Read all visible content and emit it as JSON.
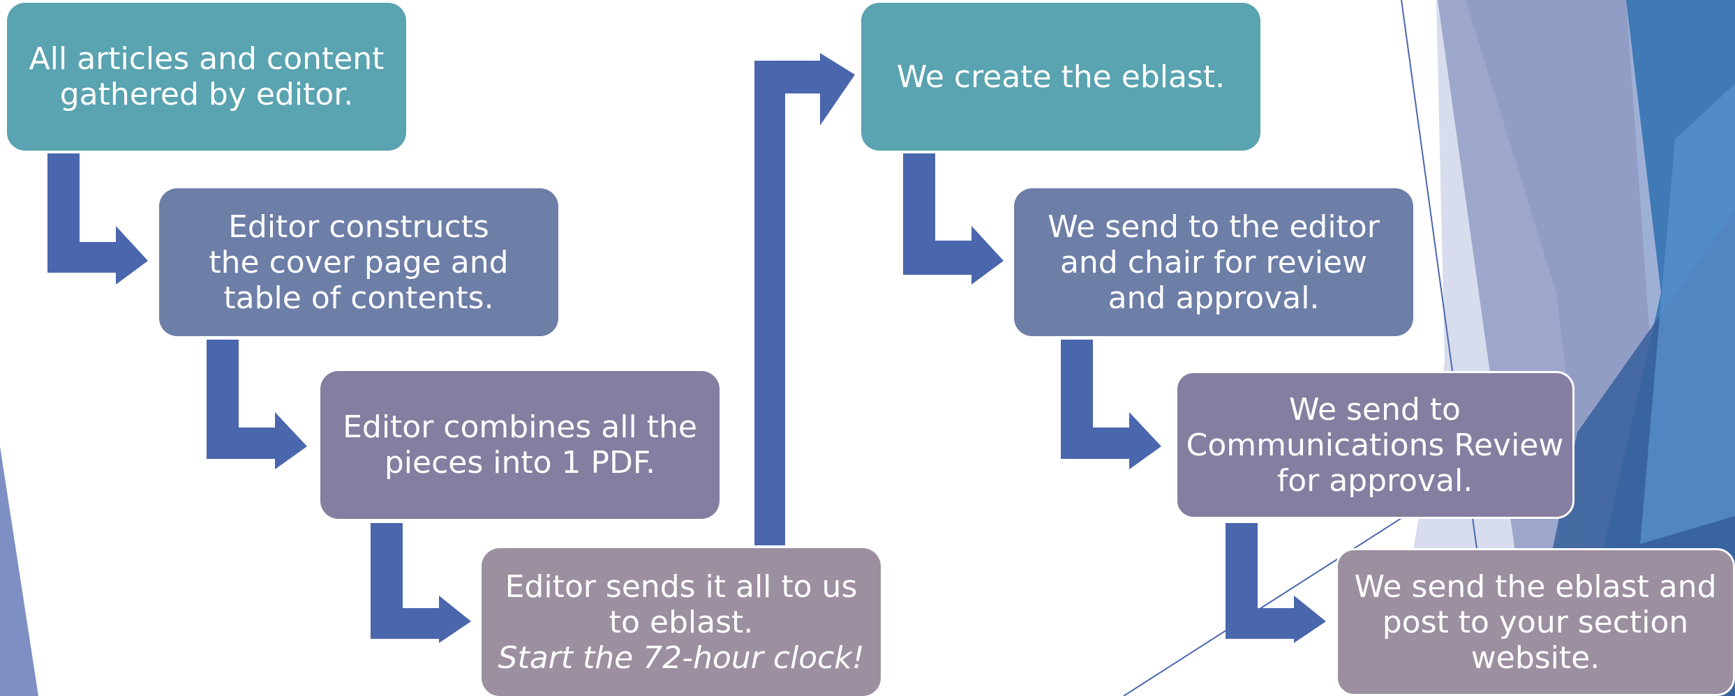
{
  "colors": {
    "teal": "#5aa3b0",
    "slate": "#6d7ea7",
    "lavender": "#867ea0",
    "mauve": "#9c8fa0",
    "arrow": "#4a66ad"
  },
  "column_left": {
    "steps": [
      {
        "lines": [
          "All articles and content",
          "gathered by editor."
        ]
      },
      {
        "lines": [
          "Editor constructs",
          "the cover page and",
          "table of contents."
        ]
      },
      {
        "lines": [
          "Editor combines all the",
          "pieces into 1 PDF."
        ]
      },
      {
        "lines": [
          "Editor sends it all to us",
          "to eblast."
        ],
        "emphasis": "Start the 72-hour clock!"
      }
    ]
  },
  "column_right": {
    "steps": [
      {
        "lines": [
          "We create the eblast."
        ]
      },
      {
        "lines": [
          "We send to the editor",
          "and chair for review",
          "and approval."
        ]
      },
      {
        "lines": [
          "We send to",
          "Communications Review",
          "for approval."
        ]
      },
      {
        "lines": [
          "We send the eblast and",
          "post to your section",
          "website."
        ]
      }
    ]
  }
}
